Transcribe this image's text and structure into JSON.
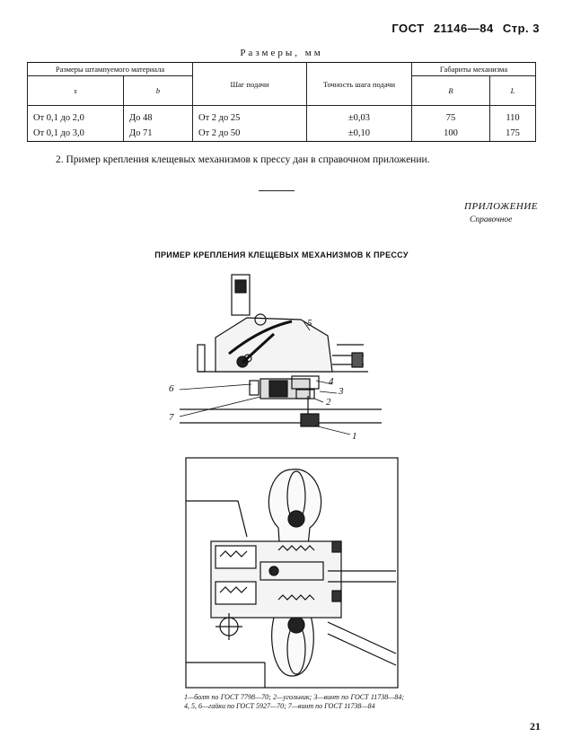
{
  "header": {
    "standard": "ГОСТ",
    "number": "21146—84",
    "page": "Стр. 3"
  },
  "table": {
    "caption": "Размеры, мм",
    "group1": "Размеры штампуемого материала",
    "col_s": "s",
    "col_b": "b",
    "col_step": "Шаг подачи",
    "col_accuracy": "Точность шага подачи",
    "group2": "Габариты механизма",
    "col_B": "B",
    "col_L": "L",
    "rows": [
      {
        "s": "От 0,1 до 2,0",
        "b": "До 48",
        "step": "От 2 до 25",
        "acc": "±0,03",
        "B": "75",
        "L": "110"
      },
      {
        "s": "От 0,1 до 3,0",
        "b": "До 71",
        "step": "От 2 до 50",
        "acc": "±0,10",
        "B": "100",
        "L": "175"
      }
    ]
  },
  "note": "2. Пример крепления клещевых механизмов к прессу дан в справочном приложении.",
  "appendix": {
    "title": "ПРИЛОЖЕНИЕ",
    "subtitle": "Справочное"
  },
  "figure": {
    "title": "ПРИМЕР КРЕПЛЕНИЯ КЛЕЩЕВЫХ МЕХАНИЗМОВ К ПРЕССУ",
    "labels": [
      "1",
      "2",
      "3",
      "4",
      "5",
      "6",
      "7"
    ]
  },
  "legend": "1—болт по ГОСТ 7798—70; 2—угольник; 3—винт по ГОСТ 11738—84; 4, 5, 6—гайки по ГОСТ 5927—70; 7—винт по ГОСТ 11738—84",
  "page_number": "21"
}
